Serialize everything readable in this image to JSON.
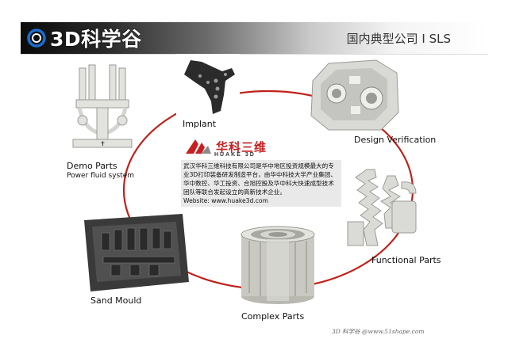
{
  "header": {
    "logo_text": "3D科学谷",
    "title": "国内典型公司 I SLS"
  },
  "parts": {
    "implant": "Implant",
    "design_verification": "Design Verification",
    "demo_parts": "Demo Parts",
    "demo_parts_sub": "Power fluid system",
    "functional_parts": "Functional Parts",
    "sand_mould": "Sand Mould",
    "complex_parts": "Complex Parts"
  },
  "company": {
    "brand_cn": "华科三维",
    "brand_en": "HUAKE 3D",
    "description": "武汉华科三维科技有限公司是华中地区投资规模最大的专业3D打印装备研发制造平台，由华中科技大学产业集团、华中数控、华工投资、合旭控股及华中科大快速成型技术团队等联合发起设立的高新技术企业。",
    "website": "Website: www.huake3d.com"
  },
  "footer": {
    "watermark": "3D 科学谷 @www.51shape.com"
  },
  "colors": {
    "ring": "#c0201a",
    "brand_red": "#c62020",
    "accent_blue": "#1a6fd1"
  }
}
